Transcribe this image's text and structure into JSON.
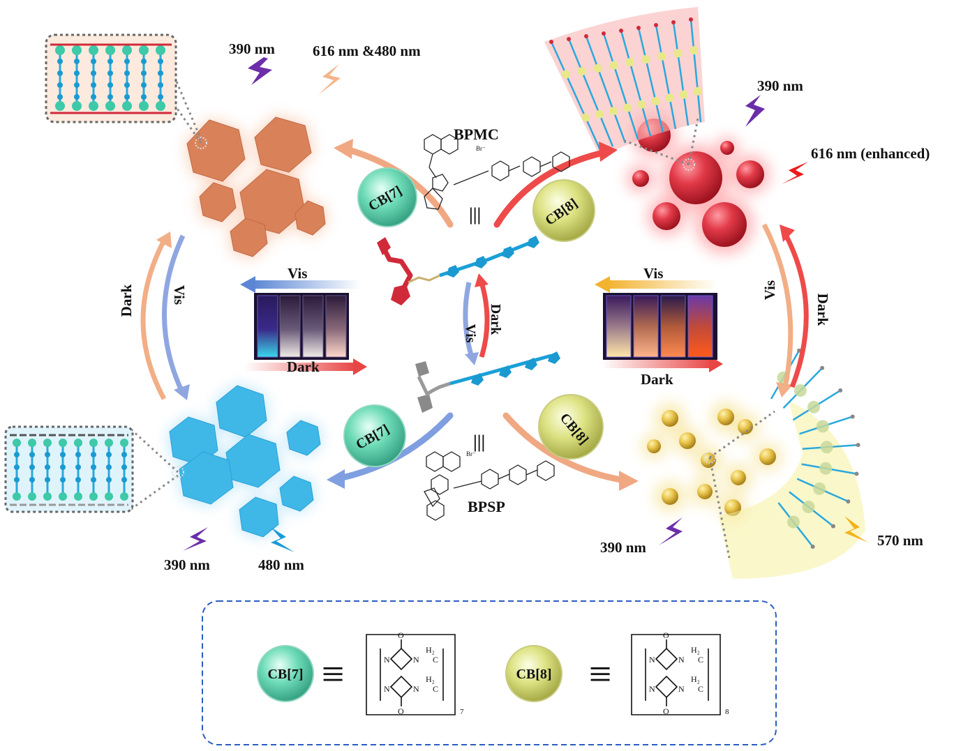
{
  "labels": {
    "tl_uv": "390 nm",
    "tl_em": "616 nm &480 nm",
    "tr_uv": "390 nm",
    "tr_em": "616 nm (enhanced)",
    "bl_uv": "390 nm",
    "bl_em": "480 nm",
    "br_uv": "390 nm",
    "br_em": "570 nm",
    "bpmc": "BPMC",
    "bpsp": "BPSP",
    "equiv_top": "|||",
    "equiv_bottom": "|||",
    "left_vis": "Vis",
    "left_dark": "Dark",
    "right_vis": "Vis",
    "right_dark": "Dark",
    "center_vis": "Vis",
    "center_dark": "Dark",
    "outer_left_dark": "Dark",
    "outer_left_vis": "Vis",
    "outer_right_vis": "Vis",
    "outer_right_dark": "Dark",
    "br_minus": "Br⁻"
  },
  "hosts": {
    "cb7": "CB[7]",
    "cb8": "CB[8]"
  },
  "legend": {
    "cb7_label": "CB[7]",
    "cb8_label": "CB[8]",
    "cb7_repeat": "7",
    "cb8_repeat": "8",
    "equiv_symbol": "≡",
    "h2": "H₂",
    "n": "N",
    "o": "O",
    "c": "C"
  },
  "colors": {
    "orange_hex": "#d9825a",
    "blue_hex": "#3fb8e8",
    "red_sphere": "#e23a48",
    "yellow_sphere": "#e8c34a",
    "cb7_green": "#5fd6b0",
    "cb8_yellow": "#d9e07a",
    "legend_border": "#2a5cc0"
  }
}
